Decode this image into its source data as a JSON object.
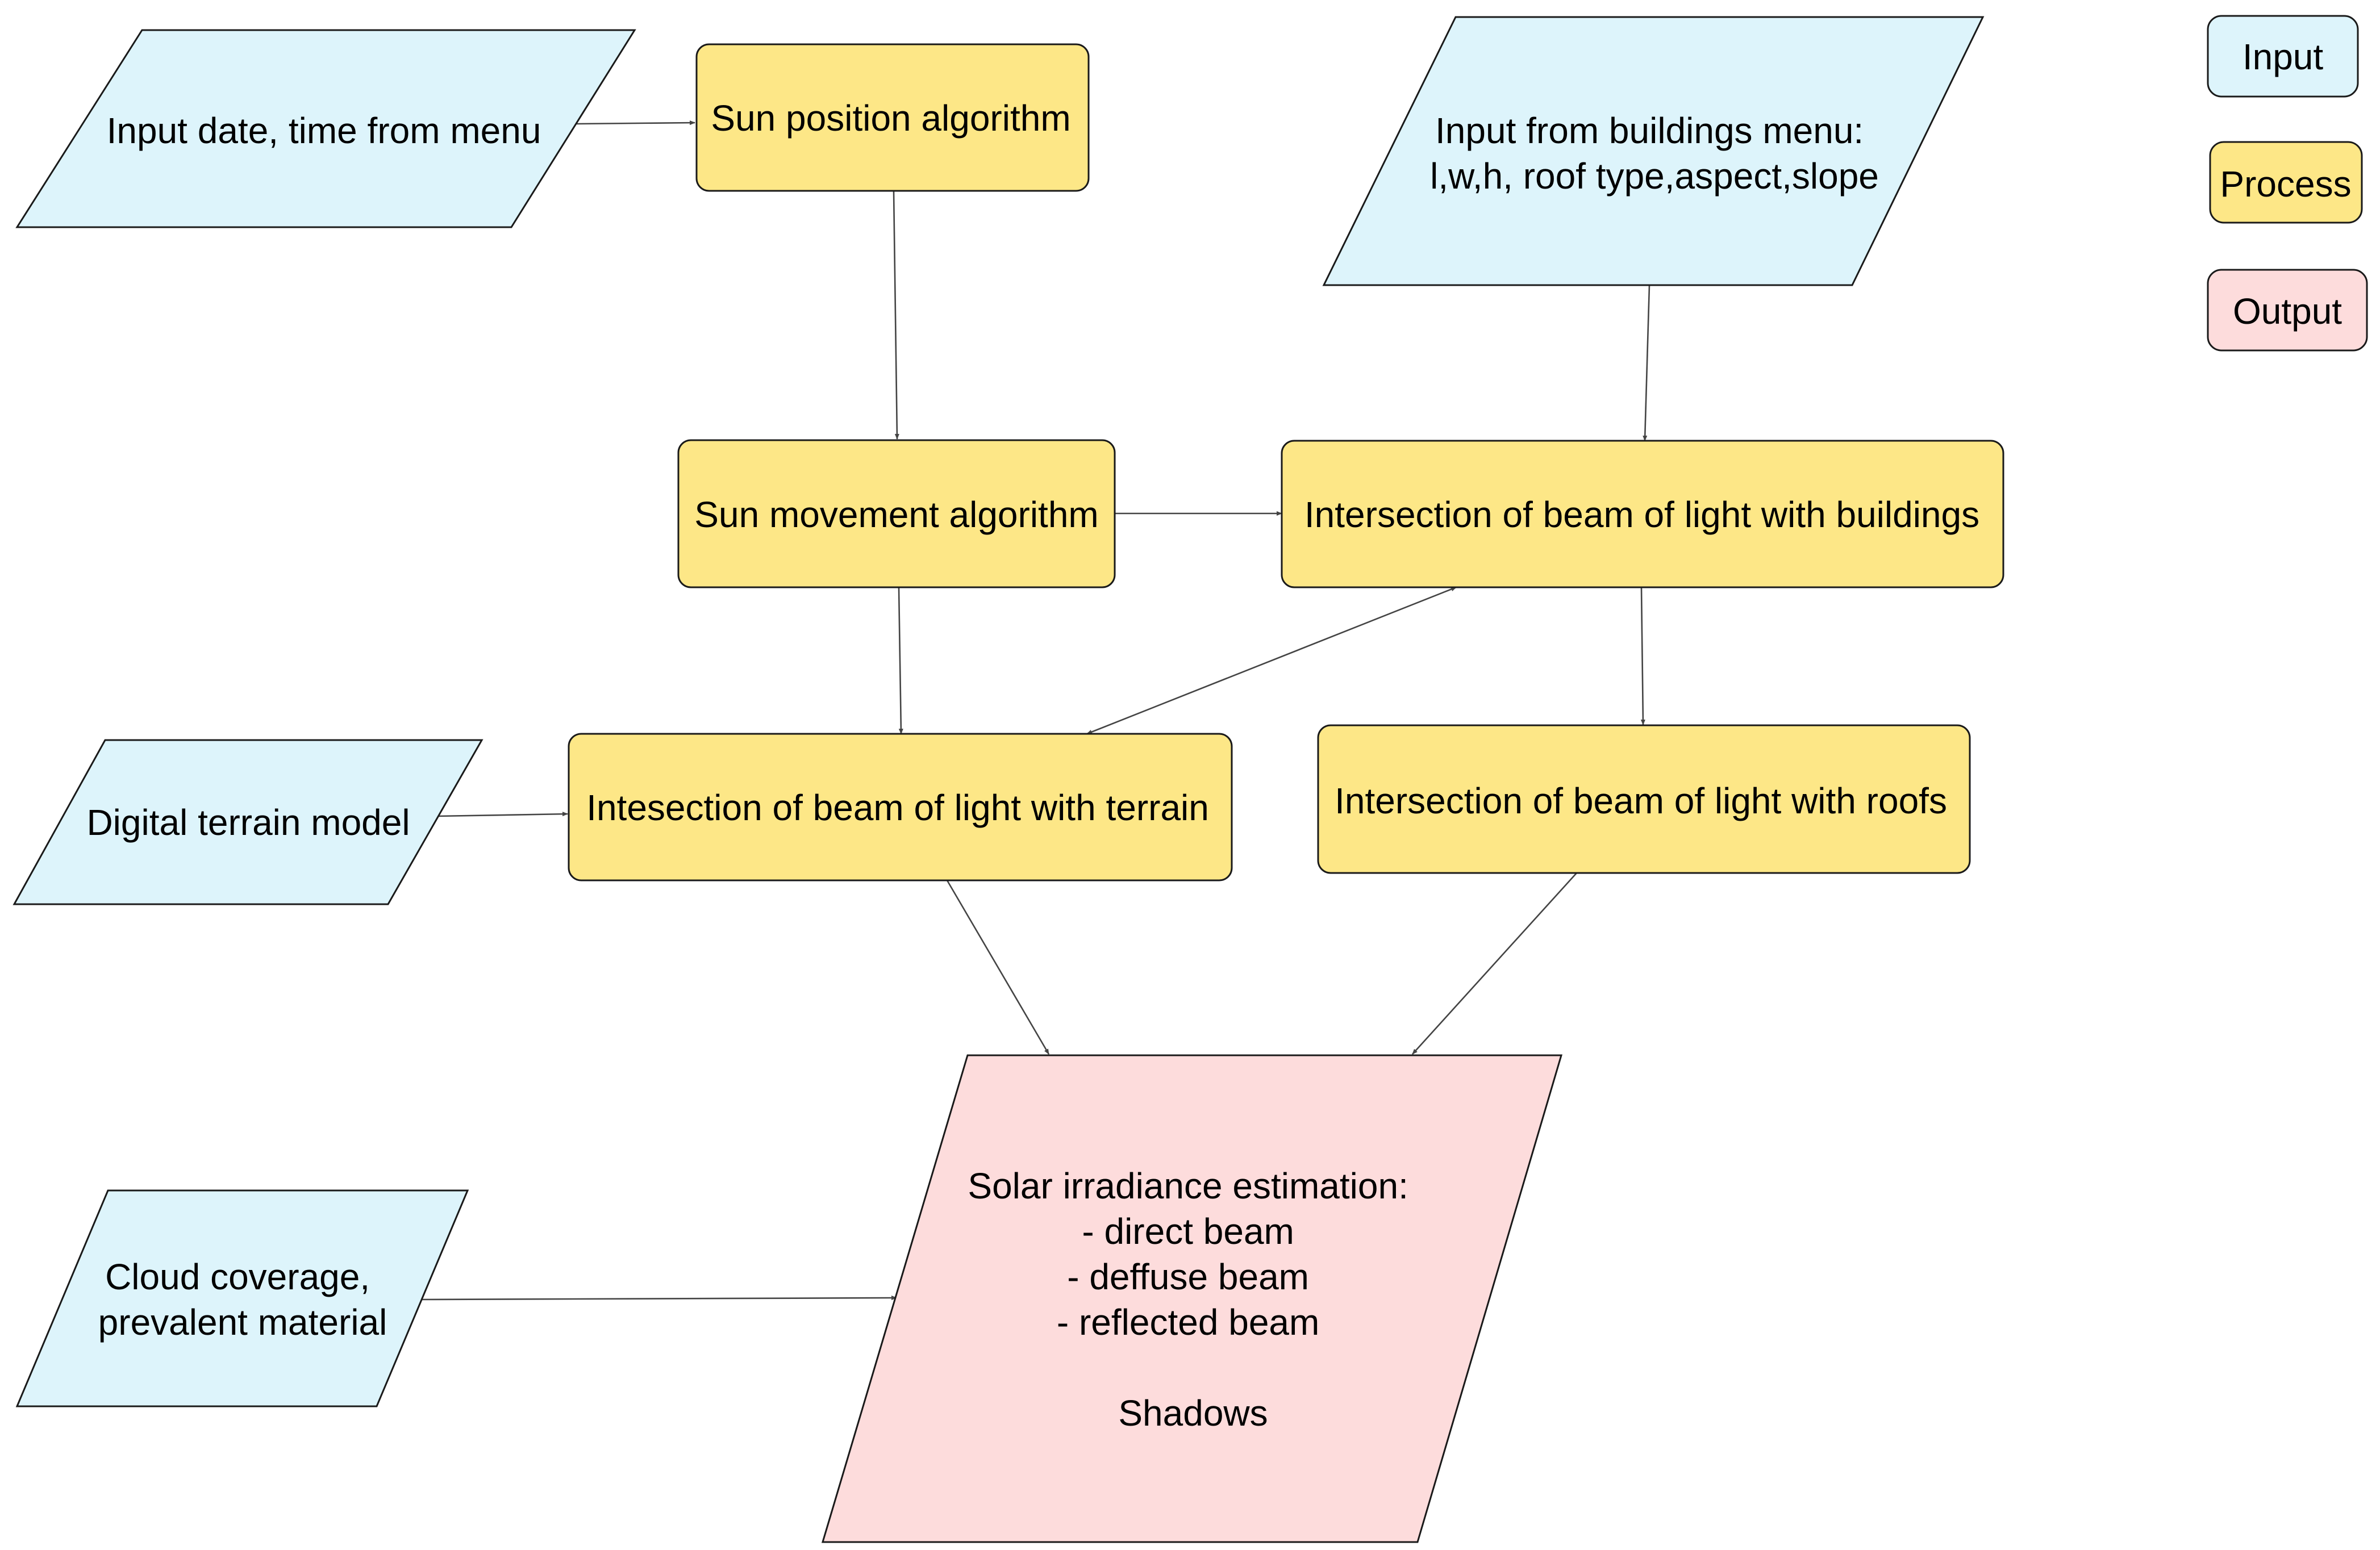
{
  "legend": {
    "input": "Input",
    "process": "Process",
    "output": "Output"
  },
  "nodes": {
    "date_time_input": [
      "Input date, time from menu"
    ],
    "buildings_input": [
      "Input from buildings menu:",
      "l,w,h, roof type,aspect,slope"
    ],
    "terrain_input": [
      "Digital terrain model"
    ],
    "cloud_input": [
      "Cloud coverage,",
      "prevalent material"
    ],
    "sun_position": [
      "Sun position algorithm"
    ],
    "sun_movement": [
      "Sun movement algorithm"
    ],
    "beam_buildings": [
      "Intersection of beam of light with buildings"
    ],
    "beam_terrain": [
      "Intesection of beam of light with terrain"
    ],
    "beam_roofs": [
      "Intersection of beam of light with roofs"
    ],
    "solar_output": [
      "Solar irradiance estimation:",
      "- direct beam",
      "- deffuse beam",
      "- reflected beam",
      "",
      "Shadows"
    ]
  },
  "edges": [
    {
      "from": "Input date, time from menu",
      "to": "Sun position algorithm"
    },
    {
      "from": "Sun position algorithm",
      "to": "Sun movement algorithm"
    },
    {
      "from": "Input from buildings menu",
      "to": "Intersection of beam of light with buildings"
    },
    {
      "from": "Sun movement algorithm",
      "to": "Intersection of beam of light with buildings"
    },
    {
      "from": "Sun movement algorithm",
      "to": "Intesection of beam of light with terrain"
    },
    {
      "from": "Intersection of beam of light with buildings",
      "to": "Intesection of beam of light with terrain"
    },
    {
      "from": "Intersection of beam of light with buildings",
      "to": "Intersection of beam of light with roofs"
    },
    {
      "from": "Digital terrain model",
      "to": "Intesection of beam of light with terrain"
    },
    {
      "from": "Intesection of beam of light with terrain",
      "to": "Solar irradiance estimation"
    },
    {
      "from": "Intersection of beam of light with roofs",
      "to": "Solar irradiance estimation"
    },
    {
      "from": "Cloud coverage, prevalent material",
      "to": "Solar irradiance estimation"
    }
  ],
  "colors": {
    "input_fill": "#ddf4fb",
    "process_fill": "#fde787",
    "output_fill": "#fddcdc",
    "stroke": "#1a1a1a",
    "edge": "#444444"
  }
}
